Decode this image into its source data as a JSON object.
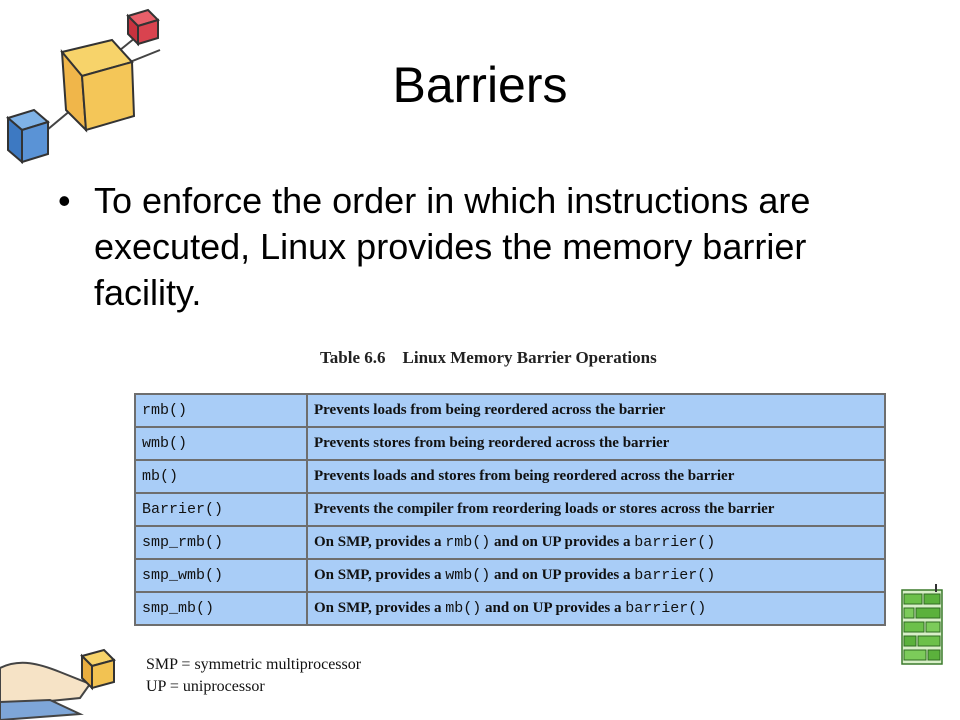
{
  "slide": {
    "title": "Barriers",
    "bullet": "To enforce the order in which instructions are executed, Linux provides the memory barrier facility."
  },
  "table": {
    "caption": "Table 6.6    Linux Memory Barrier Operations",
    "rows": [
      {
        "op": "rmb()",
        "desc": "Prevents loads from being reordered across the barrier"
      },
      {
        "op": "wmb()",
        "desc": "Prevents stores from being reordered across the barrier"
      },
      {
        "op": "mb()",
        "desc": "Prevents loads and stores from being reordered across the barrier"
      },
      {
        "op": "Barrier()",
        "desc": "Prevents the compiler from reordering loads or stores across the barrier"
      },
      {
        "op": "smp_rmb()",
        "desc_pre": "On SMP, provides a ",
        "desc_code1": "rmb()",
        "desc_mid": " and on UP provides a ",
        "desc_code2": "barrier()"
      },
      {
        "op": "smp_wmb()",
        "desc_pre": "On SMP, provides a ",
        "desc_code1": "wmb()",
        "desc_mid": " and on UP provides a ",
        "desc_code2": "barrier()"
      },
      {
        "op": "smp_mb()",
        "desc_pre": "On SMP, provides a ",
        "desc_code1": "mb()",
        "desc_mid": " and on UP provides a ",
        "desc_code2": "barrier()"
      }
    ]
  },
  "footnotes": {
    "smp": "SMP = symmetric multiprocessor",
    "up": "UP = uniprocessor"
  },
  "colors": {
    "table_fill": "#a9cdf7",
    "table_border": "#6e6e6e"
  },
  "icons": [
    "cube-chain-illustration-icon",
    "green-brick-wall-icon",
    "hand-with-cube-icon"
  ]
}
